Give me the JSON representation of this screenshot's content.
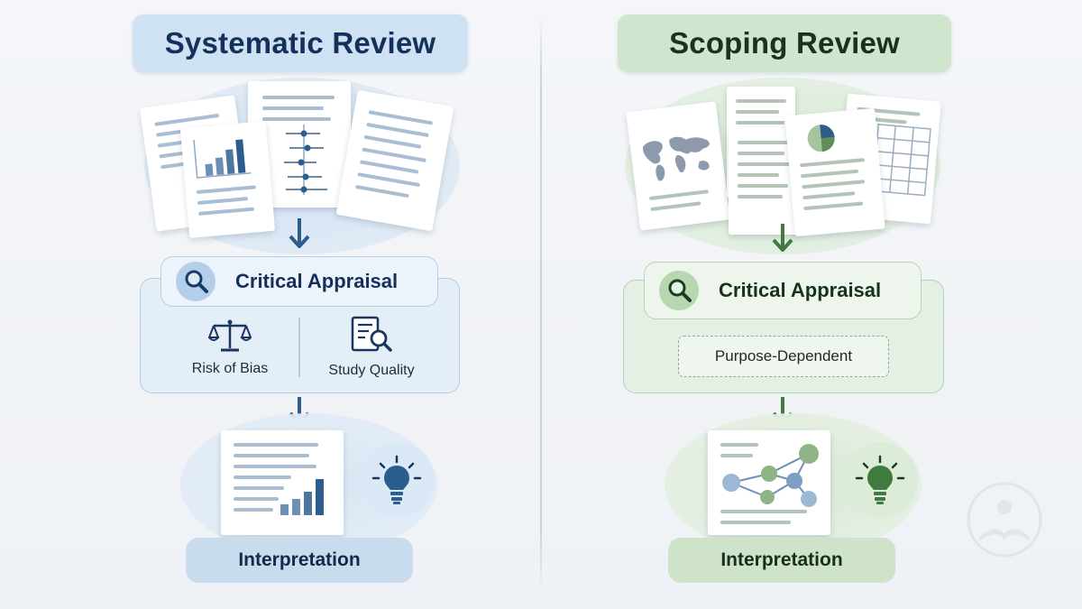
{
  "left_panel": {
    "title": "Systematic Review",
    "appraisal_label": "Critical Appraisal",
    "sub_items": [
      {
        "label": "Risk of Bias",
        "icon": "scale-icon"
      },
      {
        "label": "Study Quality",
        "icon": "document-search-icon"
      }
    ],
    "interpretation_label": "Interpretation",
    "colors": {
      "accent": "#2b5d8f",
      "title_bg": "#cfe2f4"
    }
  },
  "right_panel": {
    "title": "Scoping Review",
    "appraisal_label": "Critical Appraisal",
    "dashed_label": "Purpose-Dependent",
    "interpretation_label": "Interpretation",
    "colors": {
      "accent": "#3f7a3e",
      "title_bg": "#cfe5cd"
    }
  }
}
